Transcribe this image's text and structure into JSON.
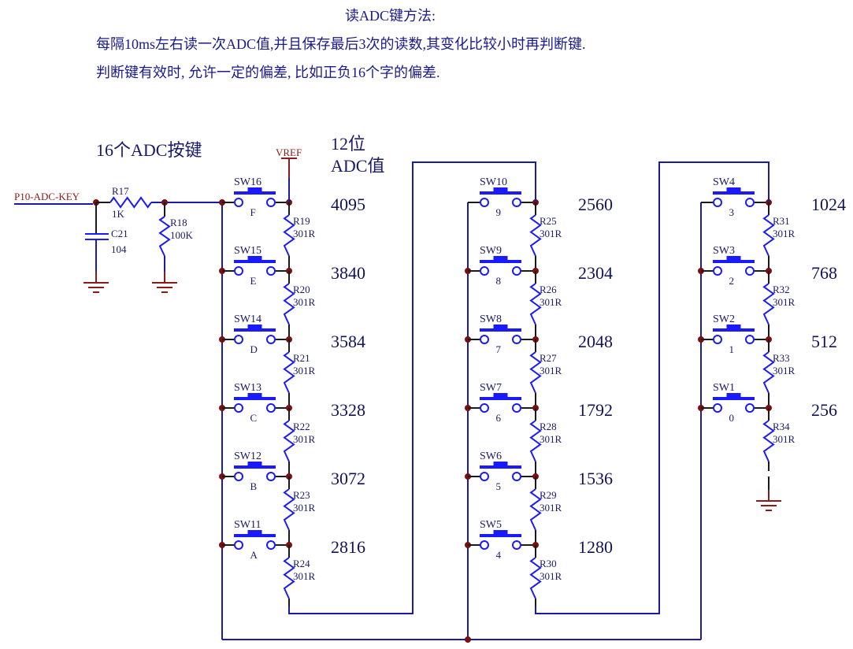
{
  "notes": {
    "title": "读ADC键方法:",
    "line1": "每隔10ms左右读一次ADC值,并且保存最后3次的读数,其变化比较小时再判断键.",
    "line2": "判断键有效时, 允许一定的偏差, 比如正负16个字的偏差."
  },
  "schematic": {
    "heading_keys": "16个ADC按键",
    "heading_adc_line1": "12位",
    "heading_adc_line2": "ADC值",
    "net_label": "P10-ADC-KEY",
    "vref_label": "VREF",
    "colors": {
      "wire": "#1a1aa8",
      "component": "#1a1aff",
      "junction": "#7a1010",
      "power": "#8b1a1a",
      "text": "#1a1a6a"
    },
    "input_network": {
      "series_resistor": {
        "ref": "R17",
        "value": "1K"
      },
      "pulldown_resistor": {
        "ref": "R18",
        "value": "100K"
      },
      "capacitor": {
        "ref": "C21",
        "value": "104"
      }
    },
    "columns": [
      {
        "rows": [
          {
            "switch": "SW16",
            "key": "F",
            "adc": "4095",
            "resistor": "R19",
            "rvalue": "301R"
          },
          {
            "switch": "SW15",
            "key": "E",
            "adc": "3840",
            "resistor": "R20",
            "rvalue": "301R"
          },
          {
            "switch": "SW14",
            "key": "D",
            "adc": "3584",
            "resistor": "R21",
            "rvalue": "301R"
          },
          {
            "switch": "SW13",
            "key": "C",
            "adc": "3328",
            "resistor": "R22",
            "rvalue": "301R"
          },
          {
            "switch": "SW12",
            "key": "B",
            "adc": "3072",
            "resistor": "R23",
            "rvalue": "301R"
          },
          {
            "switch": "SW11",
            "key": "A",
            "adc": "2816",
            "resistor": "R24",
            "rvalue": "301R"
          }
        ]
      },
      {
        "rows": [
          {
            "switch": "SW10",
            "key": "9",
            "adc": "2560",
            "resistor": "R25",
            "rvalue": "301R"
          },
          {
            "switch": "SW9",
            "key": "8",
            "adc": "2304",
            "resistor": "R26",
            "rvalue": "301R"
          },
          {
            "switch": "SW8",
            "key": "7",
            "adc": "2048",
            "resistor": "R27",
            "rvalue": "301R"
          },
          {
            "switch": "SW7",
            "key": "6",
            "adc": "1792",
            "resistor": "R28",
            "rvalue": "301R"
          },
          {
            "switch": "SW6",
            "key": "5",
            "adc": "1536",
            "resistor": "R29",
            "rvalue": "301R"
          },
          {
            "switch": "SW5",
            "key": "4",
            "adc": "1280",
            "resistor": "R30",
            "rvalue": "301R"
          }
        ]
      },
      {
        "rows": [
          {
            "switch": "SW4",
            "key": "3",
            "adc": "1024",
            "resistor": "R31",
            "rvalue": "301R"
          },
          {
            "switch": "SW3",
            "key": "2",
            "adc": "768",
            "resistor": "R32",
            "rvalue": "301R"
          },
          {
            "switch": "SW2",
            "key": "1",
            "adc": "512",
            "resistor": "R33",
            "rvalue": "301R"
          },
          {
            "switch": "SW1",
            "key": "0",
            "adc": "256",
            "resistor": "R34",
            "rvalue": "301R"
          }
        ]
      }
    ]
  }
}
